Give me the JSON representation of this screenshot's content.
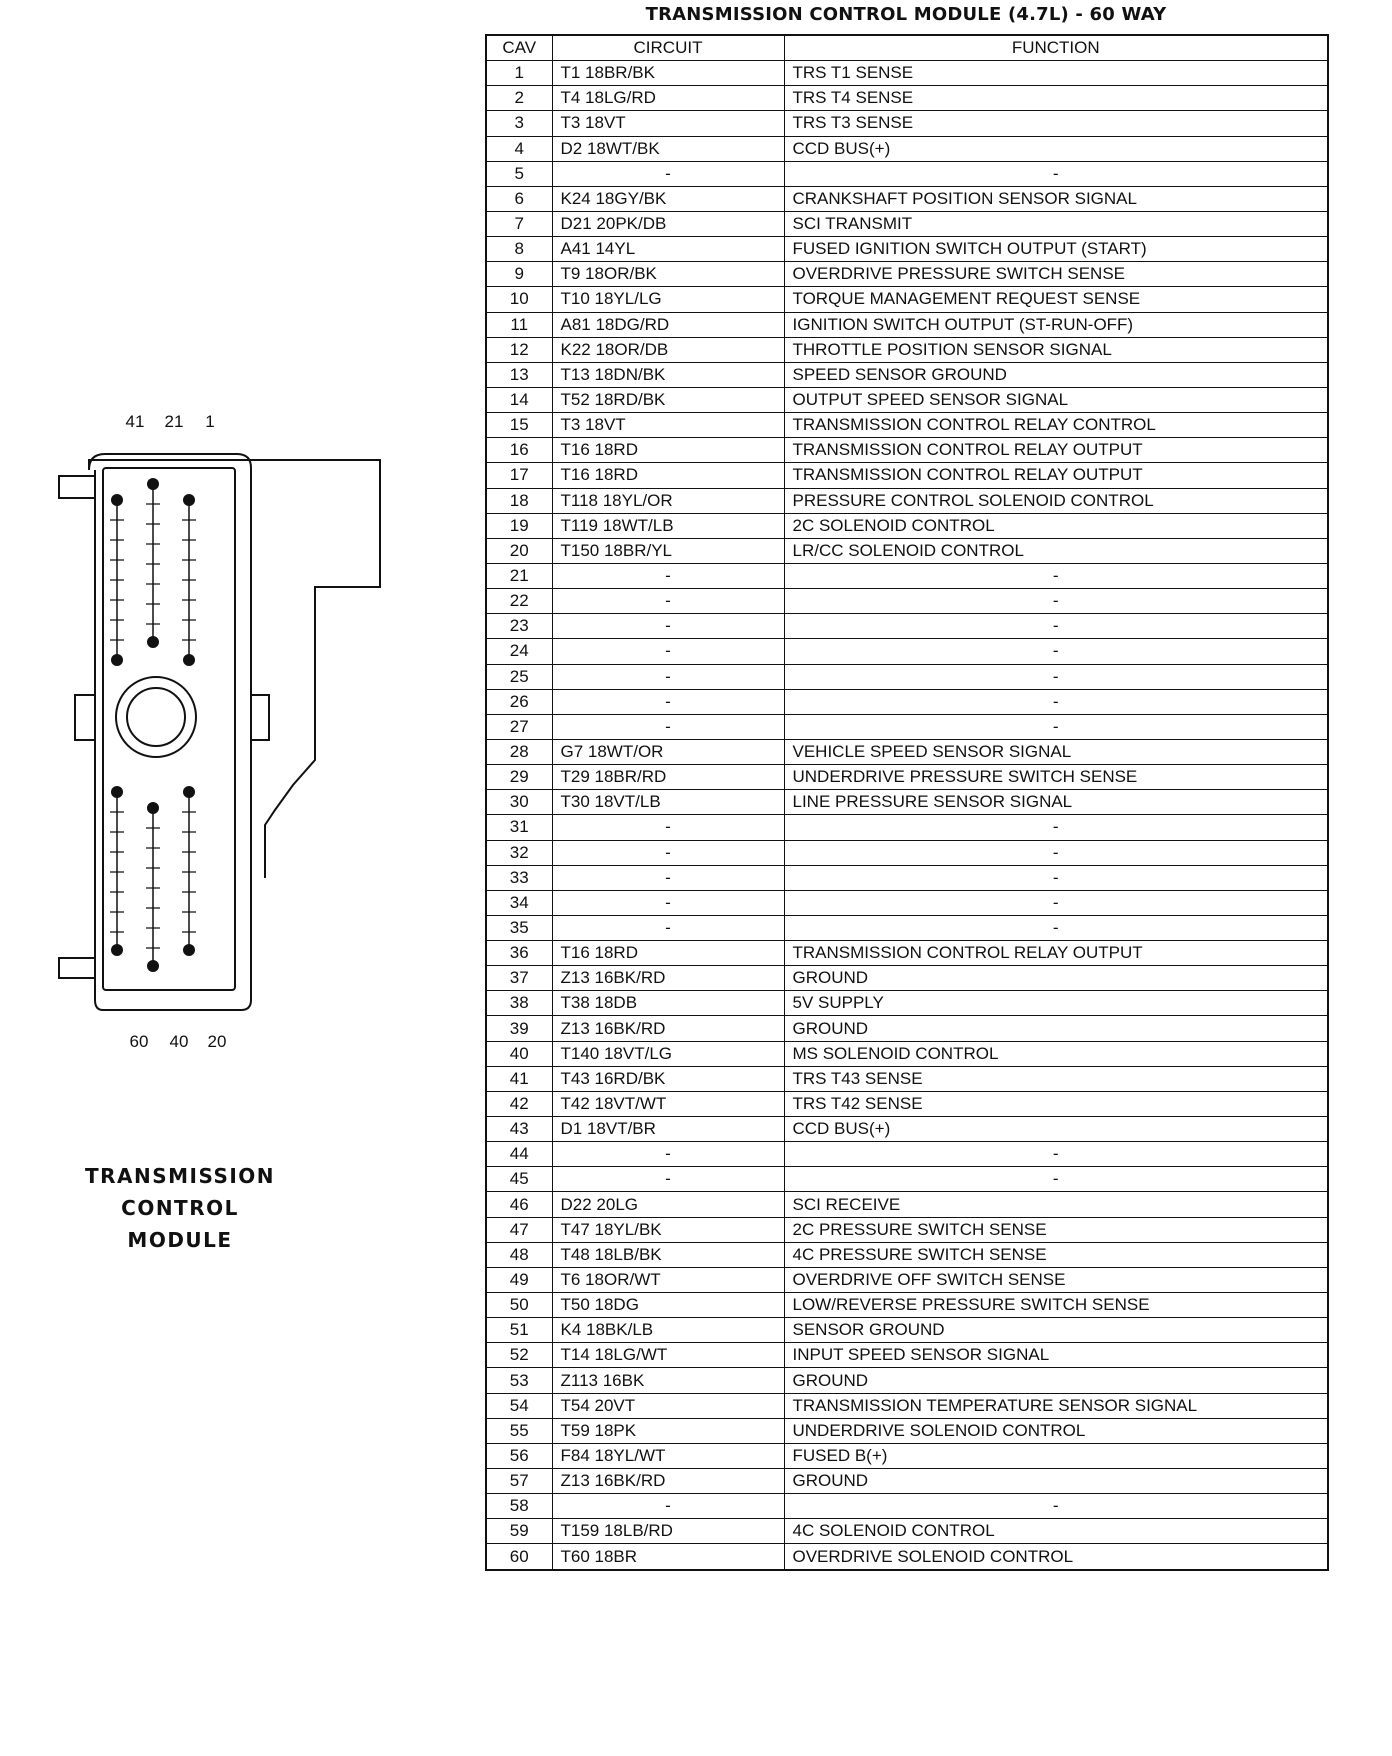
{
  "title": "TRANSMISSION CONTROL MODULE (4.7L) - 60 WAY",
  "columns": [
    "CAV",
    "CIRCUIT",
    "FUNCTION"
  ],
  "connector": {
    "top_pin_labels": [
      "41",
      "21",
      "1"
    ],
    "bottom_pin_labels": [
      "60",
      "40",
      "20"
    ],
    "name_lines": [
      "TRANSMISSION",
      "CONTROL",
      "MODULE"
    ]
  },
  "rows": [
    {
      "cav": "1",
      "circuit": "T1 18BR/BK",
      "function": "TRS T1 SENSE"
    },
    {
      "cav": "2",
      "circuit": "T4 18LG/RD",
      "function": "TRS T4 SENSE"
    },
    {
      "cav": "3",
      "circuit": "T3 18VT",
      "function": "TRS T3 SENSE"
    },
    {
      "cav": "4",
      "circuit": "D2 18WT/BK",
      "function": "CCD BUS(+)"
    },
    {
      "cav": "5",
      "circuit": "-",
      "function": "-"
    },
    {
      "cav": "6",
      "circuit": "K24 18GY/BK",
      "function": "CRANKSHAFT POSITION SENSOR SIGNAL"
    },
    {
      "cav": "7",
      "circuit": "D21 20PK/DB",
      "function": "SCI TRANSMIT"
    },
    {
      "cav": "8",
      "circuit": "A41 14YL",
      "function": "FUSED IGNITION SWITCH OUTPUT (START)"
    },
    {
      "cav": "9",
      "circuit": "T9 18OR/BK",
      "function": "OVERDRIVE PRESSURE SWITCH SENSE"
    },
    {
      "cav": "10",
      "circuit": "T10 18YL/LG",
      "function": "TORQUE MANAGEMENT REQUEST SENSE"
    },
    {
      "cav": "11",
      "circuit": "A81 18DG/RD",
      "function": "IGNITION SWITCH OUTPUT (ST-RUN-OFF)"
    },
    {
      "cav": "12",
      "circuit": "K22 18OR/DB",
      "function": "THROTTLE POSITION SENSOR SIGNAL"
    },
    {
      "cav": "13",
      "circuit": "T13 18DN/BK",
      "function": "SPEED SENSOR GROUND"
    },
    {
      "cav": "14",
      "circuit": "T52 18RD/BK",
      "function": "OUTPUT SPEED SENSOR SIGNAL"
    },
    {
      "cav": "15",
      "circuit": "T3 18VT",
      "function": "TRANSMISSION CONTROL RELAY CONTROL"
    },
    {
      "cav": "16",
      "circuit": "T16 18RD",
      "function": "TRANSMISSION CONTROL RELAY OUTPUT"
    },
    {
      "cav": "17",
      "circuit": "T16 18RD",
      "function": "TRANSMISSION CONTROL RELAY OUTPUT"
    },
    {
      "cav": "18",
      "circuit": "T118 18YL/OR",
      "function": "PRESSURE CONTROL SOLENOID CONTROL"
    },
    {
      "cav": "19",
      "circuit": "T119 18WT/LB",
      "function": "2C SOLENOID CONTROL"
    },
    {
      "cav": "20",
      "circuit": "T150 18BR/YL",
      "function": "LR/CC SOLENOID CONTROL"
    },
    {
      "cav": "21",
      "circuit": "-",
      "function": "-"
    },
    {
      "cav": "22",
      "circuit": "-",
      "function": "-"
    },
    {
      "cav": "23",
      "circuit": "-",
      "function": "-"
    },
    {
      "cav": "24",
      "circuit": "-",
      "function": "-"
    },
    {
      "cav": "25",
      "circuit": "-",
      "function": "-"
    },
    {
      "cav": "26",
      "circuit": "-",
      "function": "-"
    },
    {
      "cav": "27",
      "circuit": "-",
      "function": "-"
    },
    {
      "cav": "28",
      "circuit": "G7 18WT/OR",
      "function": "VEHICLE SPEED SENSOR SIGNAL"
    },
    {
      "cav": "29",
      "circuit": "T29 18BR/RD",
      "function": "UNDERDRIVE PRESSURE SWITCH SENSE"
    },
    {
      "cav": "30",
      "circuit": "T30 18VT/LB",
      "function": "LINE PRESSURE SENSOR SIGNAL"
    },
    {
      "cav": "31",
      "circuit": "-",
      "function": "-"
    },
    {
      "cav": "32",
      "circuit": "-",
      "function": "-"
    },
    {
      "cav": "33",
      "circuit": "-",
      "function": "-"
    },
    {
      "cav": "34",
      "circuit": "-",
      "function": "-"
    },
    {
      "cav": "35",
      "circuit": "-",
      "function": "-"
    },
    {
      "cav": "36",
      "circuit": "T16 18RD",
      "function": "TRANSMISSION CONTROL RELAY OUTPUT"
    },
    {
      "cav": "37",
      "circuit": "Z13 16BK/RD",
      "function": "GROUND"
    },
    {
      "cav": "38",
      "circuit": "T38 18DB",
      "function": "5V SUPPLY"
    },
    {
      "cav": "39",
      "circuit": "Z13 16BK/RD",
      "function": "GROUND"
    },
    {
      "cav": "40",
      "circuit": "T140 18VT/LG",
      "function": "MS SOLENOID CONTROL"
    },
    {
      "cav": "41",
      "circuit": "T43 16RD/BK",
      "function": "TRS T43 SENSE"
    },
    {
      "cav": "42",
      "circuit": "T42 18VT/WT",
      "function": "TRS T42 SENSE"
    },
    {
      "cav": "43",
      "circuit": "D1 18VT/BR",
      "function": "CCD BUS(+)"
    },
    {
      "cav": "44",
      "circuit": "-",
      "function": "-"
    },
    {
      "cav": "45",
      "circuit": "-",
      "function": "-"
    },
    {
      "cav": "46",
      "circuit": "D22 20LG",
      "function": "SCI RECEIVE"
    },
    {
      "cav": "47",
      "circuit": "T47 18YL/BK",
      "function": "2C PRESSURE SWITCH SENSE"
    },
    {
      "cav": "48",
      "circuit": "T48 18LB/BK",
      "function": "4C PRESSURE SWITCH SENSE"
    },
    {
      "cav": "49",
      "circuit": "T6 18OR/WT",
      "function": "OVERDRIVE OFF SWITCH SENSE"
    },
    {
      "cav": "50",
      "circuit": "T50 18DG",
      "function": "LOW/REVERSE PRESSURE SWITCH SENSE"
    },
    {
      "cav": "51",
      "circuit": "K4 18BK/LB",
      "function": "SENSOR GROUND"
    },
    {
      "cav": "52",
      "circuit": "T14 18LG/WT",
      "function": "INPUT SPEED SENSOR SIGNAL"
    },
    {
      "cav": "53",
      "circuit": "Z113 16BK",
      "function": "GROUND"
    },
    {
      "cav": "54",
      "circuit": "T54 20VT",
      "function": "TRANSMISSION TEMPERATURE SENSOR SIGNAL"
    },
    {
      "cav": "55",
      "circuit": "T59 18PK",
      "function": "UNDERDRIVE SOLENOID CONTROL"
    },
    {
      "cav": "56",
      "circuit": "F84 18YL/WT",
      "function": "FUSED B(+)"
    },
    {
      "cav": "57",
      "circuit": "Z13 16BK/RD",
      "function": "GROUND"
    },
    {
      "cav": "58",
      "circuit": "-",
      "function": "-"
    },
    {
      "cav": "59",
      "circuit": "T159 18LB/RD",
      "function": "4C SOLENOID CONTROL"
    },
    {
      "cav": "60",
      "circuit": "T60 18BR",
      "function": "OVERDRIVE SOLENOID CONTROL"
    }
  ]
}
